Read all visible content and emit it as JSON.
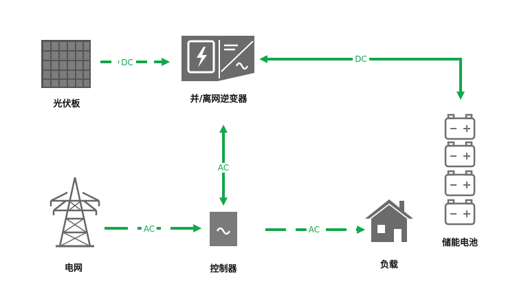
{
  "components": {
    "solar_panel": {
      "label": "光伏板",
      "icon": "solar-panel-icon"
    },
    "inverter": {
      "label": "并/离网逆变器",
      "icon": "inverter-icon"
    },
    "battery": {
      "label": "储能电池",
      "icon": "battery-stack-icon"
    },
    "grid": {
      "label": "电网",
      "icon": "transmission-tower-icon"
    },
    "controller": {
      "label": "控制器",
      "icon": "controller-icon"
    },
    "load": {
      "label": "负载",
      "icon": "house-icon"
    }
  },
  "flows": {
    "solar_to_inverter": "DC",
    "battery_inverter": "DC",
    "inverter_controller": "AC",
    "grid_to_controller": "AC",
    "controller_to_load": "AC"
  },
  "colors": {
    "arrow": "#12a84a",
    "icon": "#666666",
    "panel": "#8a8a8a"
  }
}
